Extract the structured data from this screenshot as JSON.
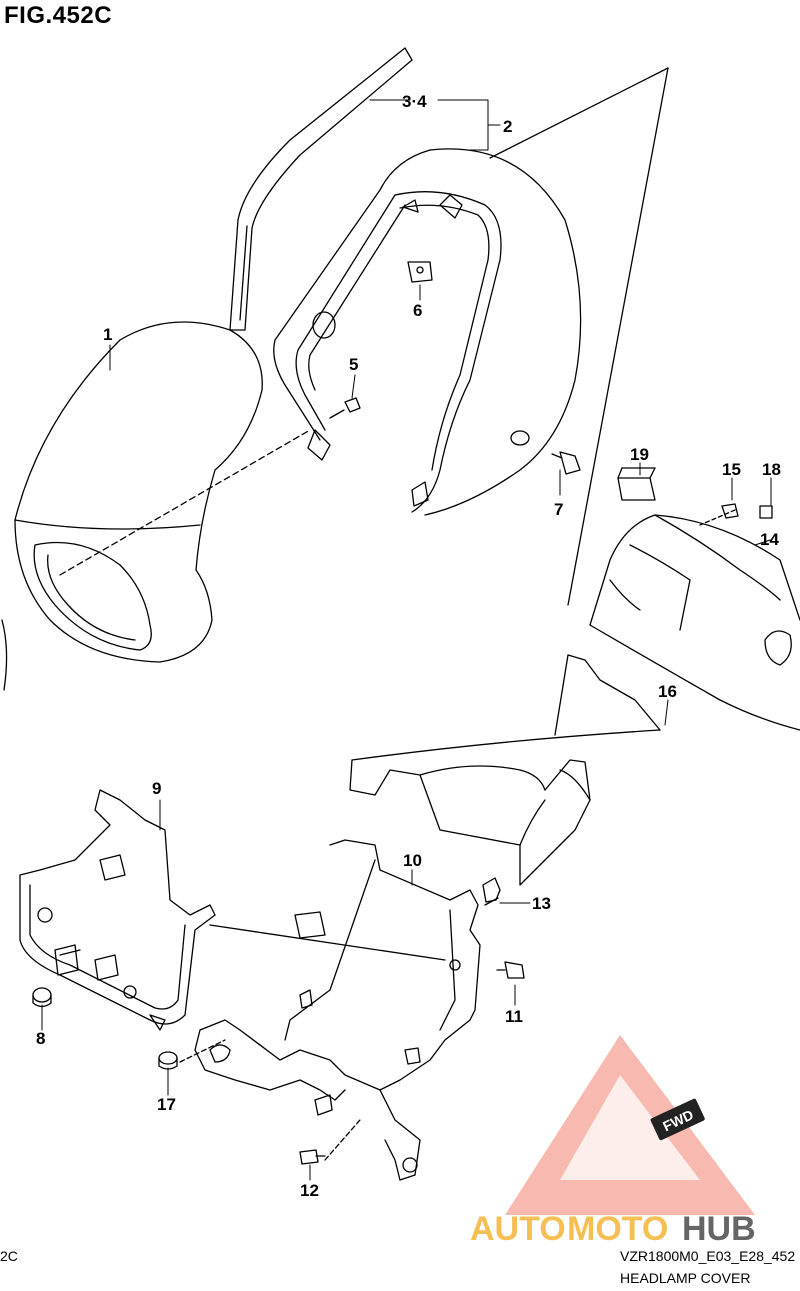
{
  "figure": {
    "title": "FIG.452C"
  },
  "part_labels": [
    {
      "id": "p1",
      "text": "1"
    },
    {
      "id": "p2",
      "text": "2"
    },
    {
      "id": "p34",
      "text": "3·4"
    },
    {
      "id": "p5",
      "text": "5"
    },
    {
      "id": "p6",
      "text": "6"
    },
    {
      "id": "p7",
      "text": "7"
    },
    {
      "id": "p8",
      "text": "8"
    },
    {
      "id": "p9",
      "text": "9"
    },
    {
      "id": "p10",
      "text": "10"
    },
    {
      "id": "p11",
      "text": "11"
    },
    {
      "id": "p12",
      "text": "12"
    },
    {
      "id": "p13",
      "text": "13"
    },
    {
      "id": "p14",
      "text": "14"
    },
    {
      "id": "p15",
      "text": "15"
    },
    {
      "id": "p16",
      "text": "16"
    },
    {
      "id": "p17",
      "text": "17"
    },
    {
      "id": "p18",
      "text": "18"
    },
    {
      "id": "p19",
      "text": "19"
    }
  ],
  "footer": {
    "left_code": "2C",
    "model_code": "VZR1800M0_E03_E28_452",
    "caption": "HEADLAMP COVER"
  },
  "watermark": {
    "auto": "AUTO",
    "moto": "MOTO",
    "hub": "HUB",
    "badge": "FWD",
    "colors": {
      "triangle": "#f08070",
      "auto": "#f5b942",
      "moto": "#f5b942",
      "hub": "#555555"
    }
  }
}
